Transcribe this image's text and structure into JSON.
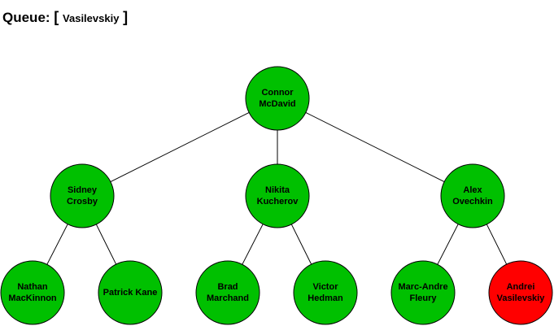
{
  "queue": {
    "label": "Queue:",
    "open_bracket": "[",
    "items": [
      "Vasilevskiy"
    ],
    "close_bracket": "]"
  },
  "colors": {
    "visited": "#00c000",
    "current": "#ff0000",
    "edge": "#000000",
    "stroke": "#000000"
  },
  "tree": {
    "nodes": [
      {
        "id": "mcdavid",
        "lines": [
          "Connor",
          "McDavid"
        ],
        "status": "visited"
      },
      {
        "id": "crosby",
        "lines": [
          "Sidney",
          "Crosby"
        ],
        "status": "visited"
      },
      {
        "id": "kucherov",
        "lines": [
          "Nikita",
          "Kucherov"
        ],
        "status": "visited"
      },
      {
        "id": "ovechkin",
        "lines": [
          "Alex",
          "Ovechkin"
        ],
        "status": "visited"
      },
      {
        "id": "mackinnon",
        "lines": [
          "Nathan",
          "MacKinnon"
        ],
        "status": "visited"
      },
      {
        "id": "kane",
        "lines": [
          "Patrick Kane"
        ],
        "status": "visited"
      },
      {
        "id": "marchand",
        "lines": [
          "Brad",
          "Marchand"
        ],
        "status": "visited"
      },
      {
        "id": "hedman",
        "lines": [
          "Victor",
          "Hedman"
        ],
        "status": "visited"
      },
      {
        "id": "fleury",
        "lines": [
          "Marc-Andre",
          "Fleury"
        ],
        "status": "visited"
      },
      {
        "id": "vasilevskiy",
        "lines": [
          "Andrei",
          "Vasilevskiy"
        ],
        "status": "current"
      }
    ],
    "edges": [
      [
        "mcdavid",
        "crosby"
      ],
      [
        "mcdavid",
        "kucherov"
      ],
      [
        "mcdavid",
        "ovechkin"
      ],
      [
        "crosby",
        "mackinnon"
      ],
      [
        "crosby",
        "kane"
      ],
      [
        "kucherov",
        "marchand"
      ],
      [
        "kucherov",
        "hedman"
      ],
      [
        "ovechkin",
        "fleury"
      ],
      [
        "ovechkin",
        "vasilevskiy"
      ]
    ]
  }
}
